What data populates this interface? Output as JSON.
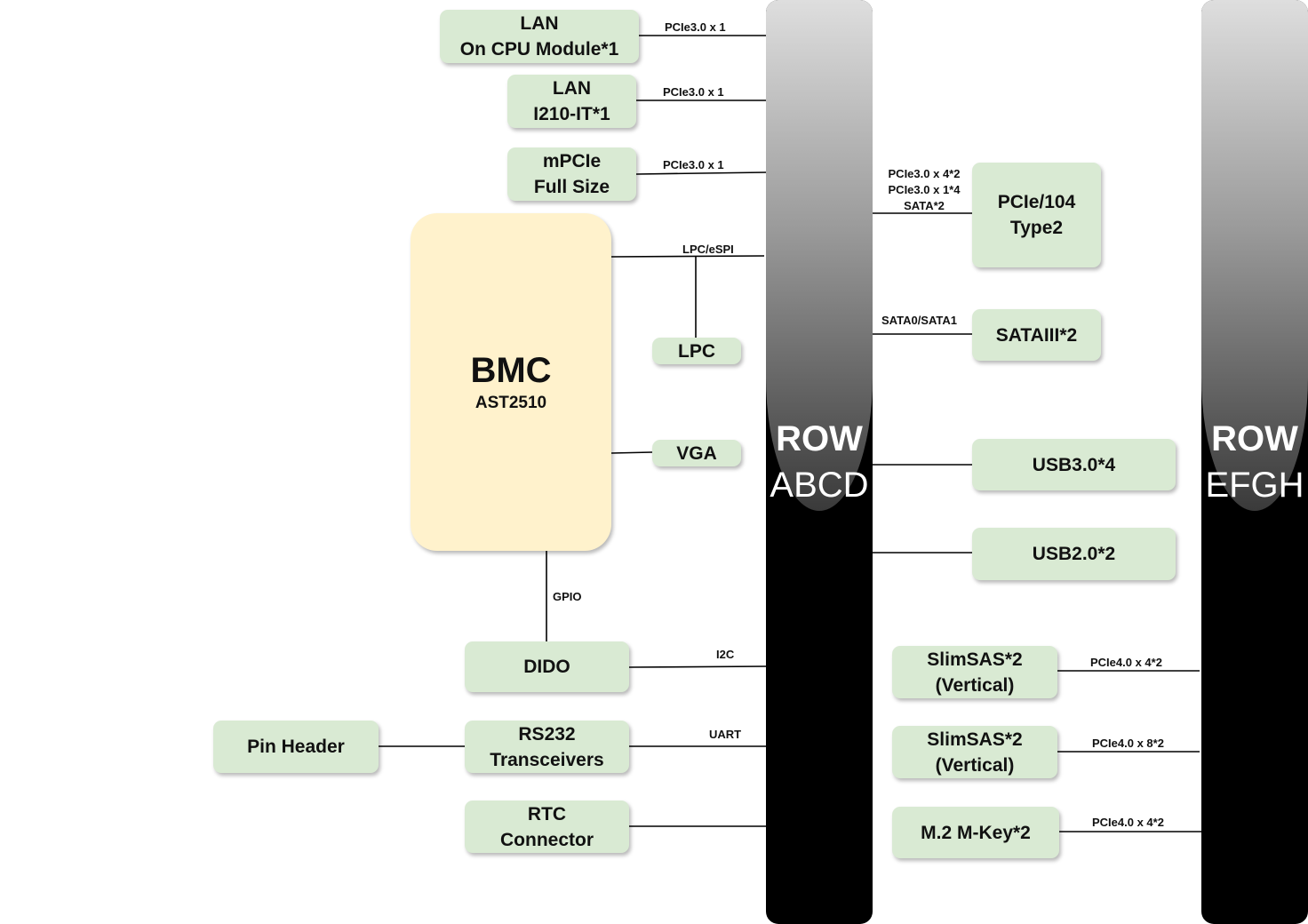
{
  "connectors": {
    "abcd": {
      "line1": "ROW",
      "line2": "ABCD"
    },
    "efgh": {
      "line1": "ROW",
      "line2": "EFGH"
    }
  },
  "bmc": {
    "title": "BMC",
    "subtitle": "AST2510"
  },
  "left_blocks": {
    "lan_cpu": [
      "LAN",
      "On CPU Module*1"
    ],
    "lan_i210": [
      "LAN",
      "I210-IT*1"
    ],
    "mpcie": [
      "mPCIe",
      "Full Size"
    ],
    "lpc": [
      "LPC"
    ],
    "vga": [
      "VGA"
    ],
    "dido": [
      "DIDO"
    ],
    "rs232": [
      "RS232",
      "Transceivers"
    ],
    "rtc": [
      "RTC",
      "Connector"
    ],
    "pin_header": [
      "Pin Header"
    ]
  },
  "right_blocks": {
    "pcie104": [
      "PCIe/104",
      "Type2"
    ],
    "sata": [
      "SATAIII*2"
    ],
    "usb3": [
      "USB3.0*4"
    ],
    "usb2": [
      "USB2.0*2"
    ],
    "slimsas1": [
      "SlimSAS*2",
      "(Vertical)"
    ],
    "slimsas2": [
      "SlimSAS*2",
      "(Vertical)"
    ],
    "m2": [
      "M.2 M-Key*2"
    ]
  },
  "line_labels": {
    "lan_cpu": "PCIe3.0 x 1",
    "lan_i210": "PCIe3.0 x 1",
    "mpcie": "PCIe3.0 x 1",
    "lpc_espi": "LPC/eSPI",
    "gpio": "GPIO",
    "i2c": "I2C",
    "uart": "UART",
    "pcie104_1": "PCIe3.0 x 4*2",
    "pcie104_2": "PCIe3.0 x 1*4",
    "pcie104_3": "SATA*2",
    "sata": "SATA0/SATA1",
    "slimsas1": "PCIe4.0 x 4*2",
    "slimsas2": "PCIe4.0 x 8*2",
    "m2": "PCIe4.0 x 4*2"
  }
}
